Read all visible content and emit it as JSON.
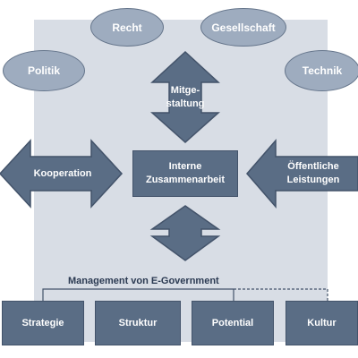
{
  "ellipses": {
    "recht": "Recht",
    "gesellschaft": "Gesellschaft",
    "politik": "Politik",
    "technik": "Technik"
  },
  "arrows": {
    "top": "Mitge-\nstaltung",
    "left": "Kooperation",
    "right": "Öffentliche\nLeistungen"
  },
  "center": "Interne\nZusammenarbeit",
  "management": {
    "title": "Management von E-Government",
    "boxes": [
      "Strategie",
      "Struktur",
      "Potential",
      "Kultur"
    ]
  },
  "colors": {
    "panel": "#d8dde5",
    "shape_fill": "#5a6d85",
    "ellipse_fill": "#9eacbf",
    "outline": "#43536a"
  }
}
